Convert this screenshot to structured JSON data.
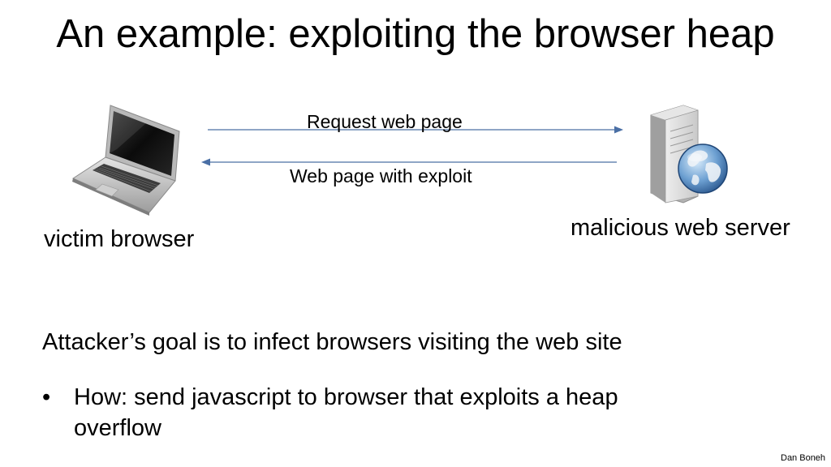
{
  "slide": {
    "title": "An example:  exploiting the browser heap",
    "footer": "Dan Boneh"
  },
  "diagram": {
    "client_label": "victim browser",
    "server_label": "malicious web server",
    "request_label": "Request web page",
    "response_label": "Web page with exploit",
    "arrow_color": "#4a6fa5"
  },
  "body": {
    "goal": "Attacker’s goal is to infect browsers visiting the web site",
    "bullet_marker": "•",
    "bullet": "How:  send javascript to browser that exploits a heap overflow"
  }
}
